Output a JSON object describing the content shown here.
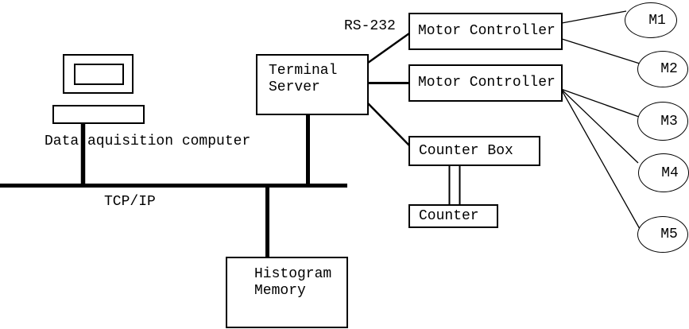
{
  "colors": {
    "line": "#000000",
    "background": "#ffffff"
  },
  "labels": {
    "rs232": "RS-232",
    "tcp_ip": "TCP/IP",
    "computer": "Data aquisition computer"
  },
  "nodes": {
    "terminal_server": "Terminal\nServer",
    "motor_controller_1": "Motor Controller",
    "motor_controller_2": "Motor Controller",
    "counter_box": "Counter Box",
    "counter": "Counter",
    "histogram_memory": "Histogram\nMemory"
  },
  "motors": [
    {
      "label": "M1"
    },
    {
      "label": "M2"
    },
    {
      "label": "M3"
    },
    {
      "label": "M4"
    },
    {
      "label": "M5"
    }
  ]
}
